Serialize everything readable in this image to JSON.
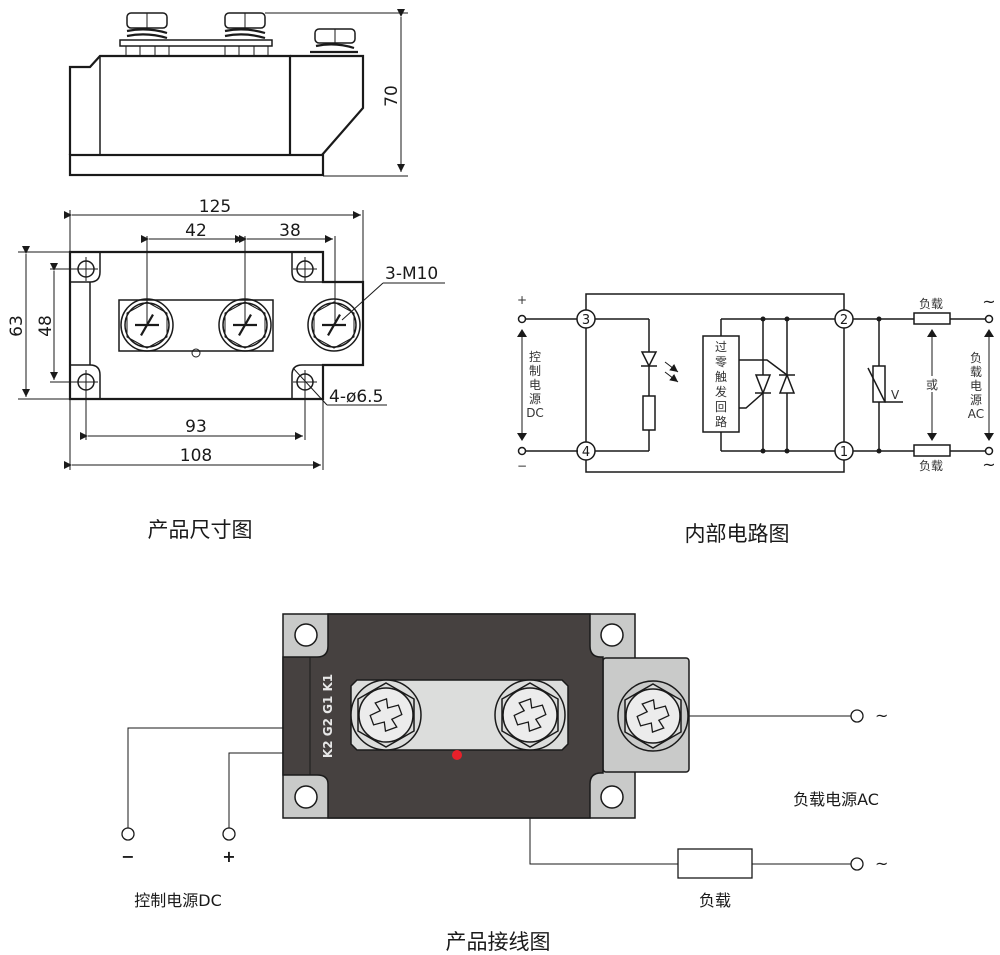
{
  "side_view": {
    "height_dim": "70"
  },
  "top_view": {
    "dims": {
      "overall_length": "125",
      "terminal_pitch_1": "42",
      "terminal_pitch_2": "38",
      "overall_width": "63",
      "hole_spacing_v": "48",
      "hole_spacing_h": "93",
      "base_length": "108"
    },
    "callouts": {
      "screws": "3-M10",
      "holes": "4-ø6.5"
    }
  },
  "captions": {
    "dimension_drawing": "产品尺寸图",
    "internal_circuit": "内部电路图",
    "wiring_diagram": "产品接线图"
  },
  "circuit": {
    "plus": "+",
    "minus": "−",
    "control_label": [
      "控",
      "制",
      "电",
      "源",
      "DC"
    ],
    "terminals": [
      "3",
      "4",
      "2",
      "1"
    ],
    "trigger_block": [
      "过",
      "零",
      "触",
      "发",
      "回",
      "路"
    ],
    "varistor_label": "V",
    "load_top": "负载",
    "load_bottom": "负载",
    "or_label": "或",
    "ac_label": [
      "负",
      "载",
      "电",
      "源",
      "AC"
    ],
    "tilde": "~"
  },
  "wiring": {
    "pin_labels": "K2 G2 G1 K1",
    "minus": "−",
    "plus": "+",
    "control_source": "控制电源DC",
    "load_source": "负载电源AC",
    "load": "负载",
    "tilde": "~"
  },
  "colors": {
    "module_body": "#464140",
    "metal_plate": "#c9cac9",
    "busbar": "#dcdddc",
    "indicator": "#e8202a",
    "line": "#1a1a1a"
  }
}
